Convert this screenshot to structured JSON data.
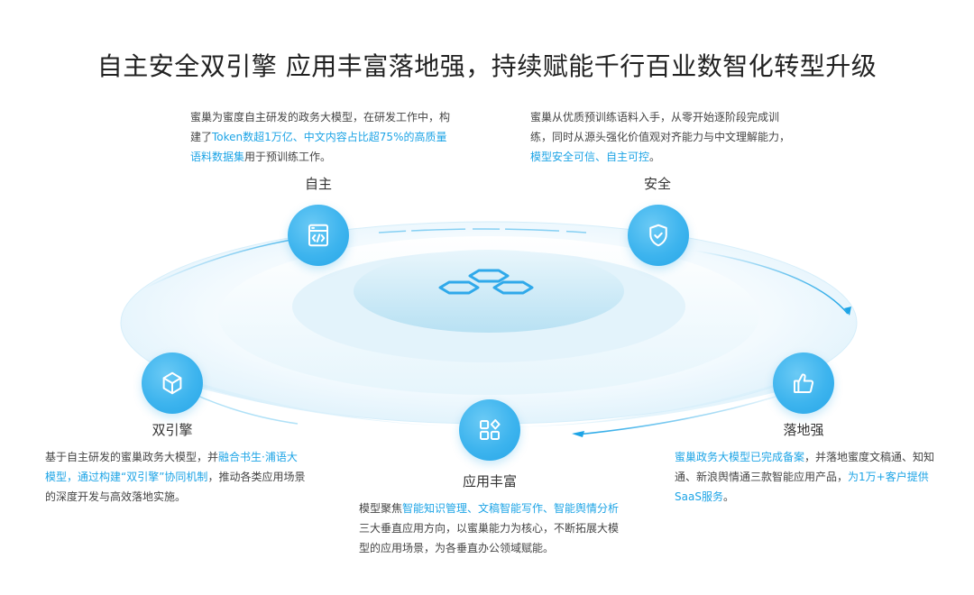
{
  "title": "自主安全双引擎 应用丰富落地强，持续赋能千行百业数智化转型升级",
  "colors": {
    "accent": "#1da4e6",
    "circle": "#3db4ee",
    "ring_outer": "#eaf6fd",
    "ring_mid": "#f5fbfe",
    "ring_inner": "#cbe9f7"
  },
  "center": {
    "icon": "hexagon-cluster-icon"
  },
  "nodes": {
    "autonomy": {
      "label": "自主",
      "icon": "code-window-icon",
      "desc": [
        {
          "t": "蜜巢为蜜度自主研发的政务大模型，在研发工作中，构建了",
          "hl": false
        },
        {
          "t": "Token数超1万亿、中文内容占比超75%的高质量语料数据集",
          "hl": true
        },
        {
          "t": "用于预训练工作。",
          "hl": false
        }
      ]
    },
    "security": {
      "label": "安全",
      "icon": "shield-check-icon",
      "desc": [
        {
          "t": "蜜巢从优质预训练语料入手，从零开始逐阶段完成训练，同时从源头强化价值观对齐能力与中文理解能力，",
          "hl": false
        },
        {
          "t": "模型安全可信、自主可控",
          "hl": true
        },
        {
          "t": "。",
          "hl": false
        }
      ]
    },
    "dual_engine": {
      "label": "双引擎",
      "icon": "cube-icon",
      "desc": [
        {
          "t": "基于自主研发的蜜巢政务大模型，并",
          "hl": false
        },
        {
          "t": "融合书生·浦语大模型，通过构建“双引擎”协同机制",
          "hl": true
        },
        {
          "t": "，推动各类应用场景的深度开发与高效落地实施。",
          "hl": false
        }
      ]
    },
    "rich_apps": {
      "label": "应用丰富",
      "icon": "apps-grid-icon",
      "desc": [
        {
          "t": "模型聚焦",
          "hl": false
        },
        {
          "t": "智能知识管理、文稿智能写作、智能舆情分析",
          "hl": true
        },
        {
          "t": "三大垂直应用方向，以蜜巢能力为核心，不断拓展大模型的应用场景，为各垂直办公领域赋能。",
          "hl": false
        }
      ]
    },
    "landing": {
      "label": "落地强",
      "icon": "thumbs-up-icon",
      "desc": [
        {
          "t": "蜜巢政务大模型已完成备案",
          "hl": true
        },
        {
          "t": "，并落地蜜度文稿通、知知通、新浪舆情通三款智能应用产品，",
          "hl": false
        },
        {
          "t": "为1万+客户提供SaaS服务",
          "hl": true
        },
        {
          "t": "。",
          "hl": false
        }
      ]
    }
  }
}
